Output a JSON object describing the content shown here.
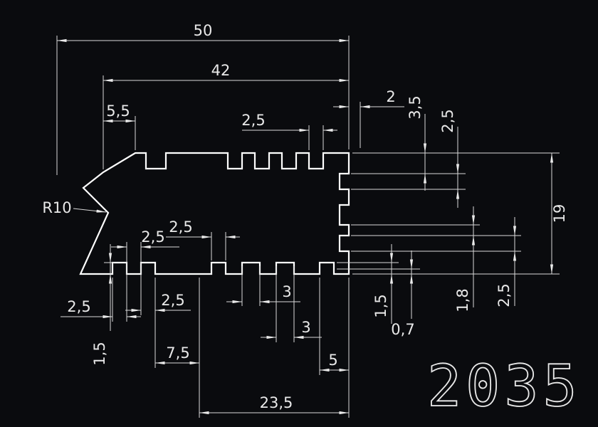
{
  "drawing": {
    "background": "#0a0b0e",
    "profile_color": "#ffffff",
    "dimension_color": "#d9d9d9",
    "part_number": "2035",
    "dims": {
      "d50": "50",
      "d42": "42",
      "d55": "5,5",
      "d25_top": "2,5",
      "d2": "2",
      "d35": "3,5",
      "d25_right_upper": "2,5",
      "d19": "19",
      "r10": "R10",
      "d25_mid_slot": "2,5",
      "d25_mid_tooth": "2,5",
      "d25_bottom_left": "2,5",
      "d25_bottom_left2": "2,5",
      "d3_lower": "3",
      "d3_lower2": "3",
      "d15_bottom_left": "1,5",
      "d75": "7,5",
      "d5": "5",
      "d235": "23,5",
      "d15_right": "1,5",
      "d07": "0,7",
      "d18": "1,8",
      "d25_right_lower": "2,5"
    }
  }
}
